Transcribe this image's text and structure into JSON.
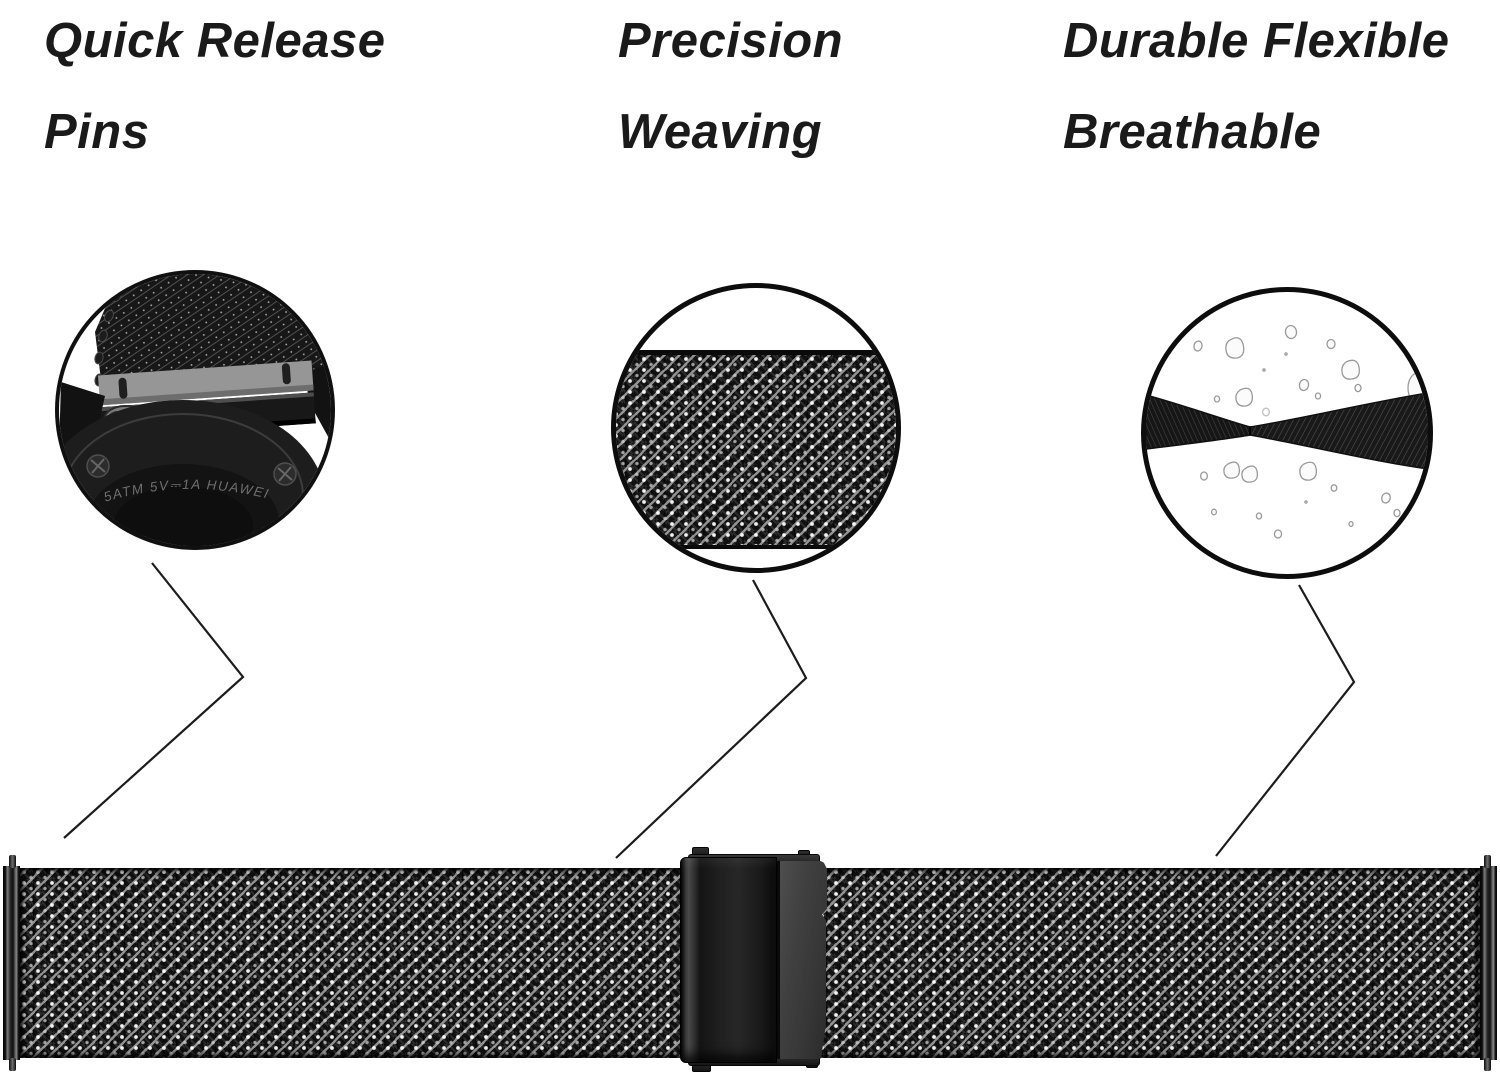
{
  "features": [
    {
      "id": "quick-release-pins",
      "title_line1": "Quick Release",
      "title_line2": "Pins"
    },
    {
      "id": "precision-weaving",
      "title_line1": "Precision",
      "title_line2": "Weaving"
    },
    {
      "id": "durable-flexible-breathable",
      "title_line1": "Durable Flexible",
      "title_line2": "Breathable"
    }
  ],
  "callouts": {
    "quick_release_photo": "close-up of watch caseback with quick-release spring-bar pin",
    "weaving_photo": "close-up of milanese mesh weave",
    "flexible_photo": "twisted mesh band with water droplets",
    "watch_back_engraving": "5ATM 5V⎓1A HUAWEI"
  },
  "colors": {
    "background": "#ffffff",
    "text": "#1a1a1a",
    "connector_line": "#1c1c1c",
    "mesh_dark": "#101010",
    "mesh_highlight": "#afafaf",
    "clasp_body": "#1f1f1f",
    "clasp_plate": "#3d3d3d"
  }
}
